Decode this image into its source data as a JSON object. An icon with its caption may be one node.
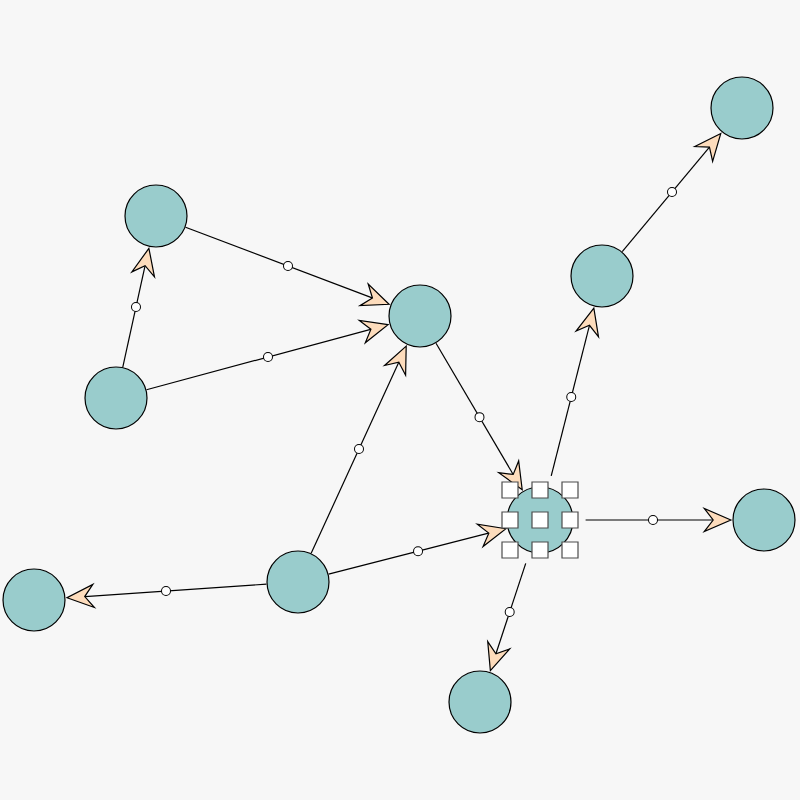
{
  "diagram": {
    "nodes": [
      {
        "text": [],
        "shape": "circle"
      },
      {
        "text": [],
        "shape": "circle"
      },
      {
        "text": [],
        "shape": "circle"
      },
      {
        "text": [],
        "shape": "circle"
      },
      {
        "text": [],
        "shape": "circle"
      },
      {
        "text": [],
        "shape": "circle"
      },
      {
        "text": [],
        "shape": "circle"
      },
      {
        "text": [],
        "shape": "circle"
      },
      {
        "text": [],
        "shape": "circle"
      },
      {
        "text": [],
        "shape": "circle"
      }
    ],
    "edges": [
      {
        "from": 1,
        "to": 2,
        "arrow": "to"
      },
      {
        "from": 2,
        "to": 4,
        "arrow": "to"
      },
      {
        "from": 1,
        "to": 4,
        "arrow": "to"
      },
      {
        "from": 3,
        "to": 4,
        "arrow": "to"
      },
      {
        "from": 4,
        "to": 6,
        "arrow": "to"
      },
      {
        "from": 3,
        "to": 6,
        "arrow": "to"
      },
      {
        "from": 3,
        "to": 0,
        "arrow": "to"
      },
      {
        "from": 6,
        "to": 7,
        "arrow": "to"
      },
      {
        "from": 7,
        "to": 8,
        "arrow": "to"
      },
      {
        "from": 6,
        "to": 9,
        "arrow": "to"
      },
      {
        "from": 6,
        "to": 5,
        "arrow": "to"
      }
    ]
  }
}
